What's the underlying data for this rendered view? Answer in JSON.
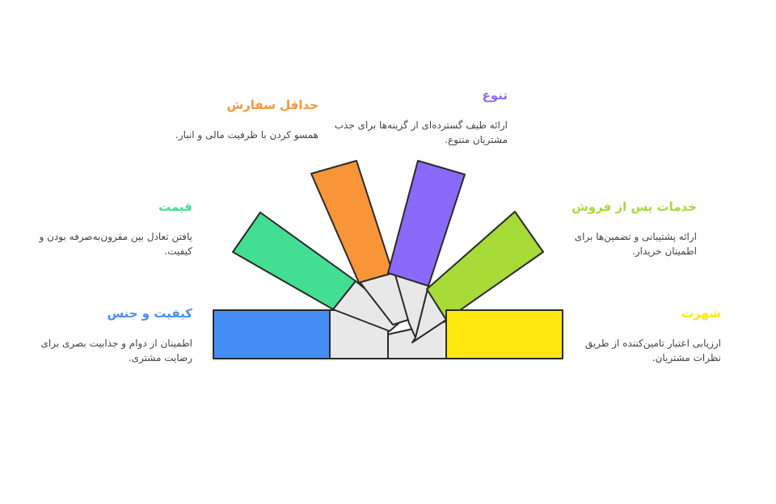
{
  "factors": [
    {
      "id": "quality",
      "title": "کیفیت و جنس",
      "description": "اطمینان از دوام و جذابیت بصری برای رضایت مشتری.",
      "color": "#478DF6"
    },
    {
      "id": "price",
      "title": "قیمت",
      "description": "یافتن تعادل بین مقرون‌به‌صرفه بودن و کیفیت.",
      "color": "#42DE91"
    },
    {
      "id": "moq",
      "title": "حداقل سفارش",
      "description": "همسو کردن با ظرفیت مالی و انبار.",
      "color": "#F79538"
    },
    {
      "id": "variety",
      "title": "تنوع",
      "description": "ارائه طیف گسترده‌ای از گزینه‌ها برای جذب مشتریان متنوع.",
      "color": "#8B69FA"
    },
    {
      "id": "after_sales",
      "title": "خدمات پس از فروش",
      "description": "ارائه پشتیبانی و تضمین‌ها برای اطمینان خریدار.",
      "color": "#A6DB38"
    },
    {
      "id": "reputation",
      "title": "شهرت",
      "description": "ارزیابی اعتبار تامین‌کننده از طریق نظرات مشتریان.",
      "color": "#FFE712"
    }
  ],
  "hub_color": "#E8E8E8",
  "outline_color": "#2B2B2B"
}
